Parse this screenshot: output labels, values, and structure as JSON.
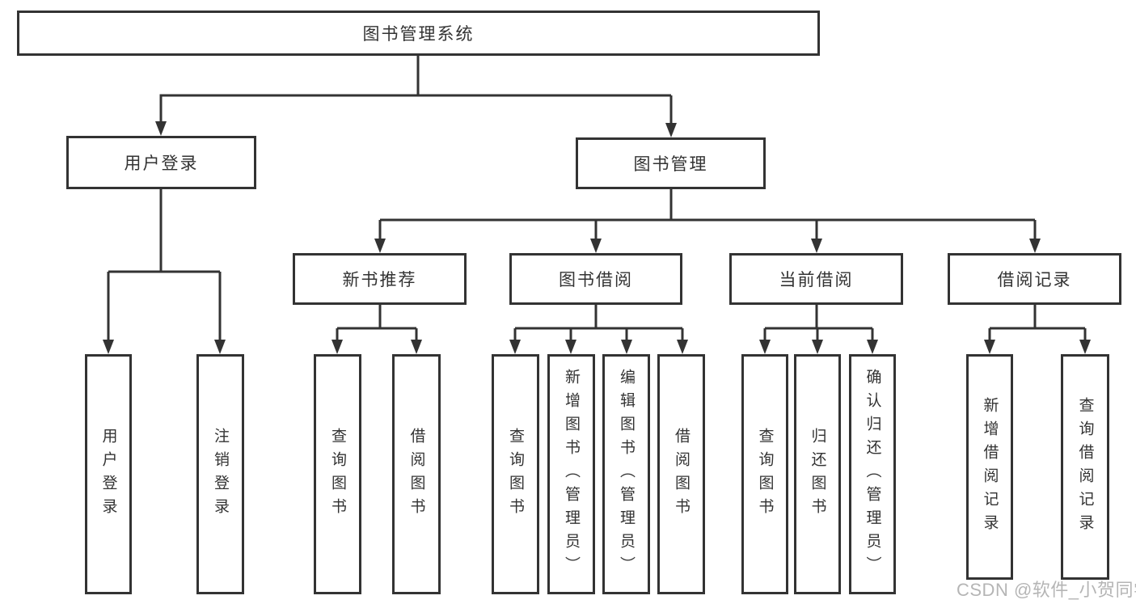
{
  "diagram": {
    "title": "图书管理系统",
    "tree": {
      "root": {
        "label": "图书管理系统"
      },
      "branches": [
        {
          "label": "用户登录",
          "children": [
            {
              "label": "用户登录"
            },
            {
              "label": "注销登录"
            }
          ]
        },
        {
          "label": "图书管理",
          "children": [
            {
              "label": "新书推荐",
              "children": [
                {
                  "label": "查询图书"
                },
                {
                  "label": "借阅图书"
                }
              ]
            },
            {
              "label": "图书借阅",
              "children": [
                {
                  "label": "查询图书"
                },
                {
                  "label": "新增图书（管理员）"
                },
                {
                  "label": "编辑图书（管理员）"
                },
                {
                  "label": "借阅图书"
                }
              ]
            },
            {
              "label": "当前借阅",
              "children": [
                {
                  "label": "查询图书"
                },
                {
                  "label": "归还图书"
                },
                {
                  "label": "确认归还（管理员）"
                }
              ]
            },
            {
              "label": "借阅记录",
              "children": [
                {
                  "label": "新增借阅记录"
                },
                {
                  "label": "查询借阅记录"
                }
              ]
            }
          ]
        }
      ]
    }
  },
  "watermark": {
    "text": "CSDN @软件_小贺同学"
  },
  "colors": {
    "line": "#333333",
    "box_border": "#333333",
    "box_bg": "#ffffff",
    "text": "#333333",
    "watermark": "#b5b5b5",
    "background": "#ffffff"
  }
}
